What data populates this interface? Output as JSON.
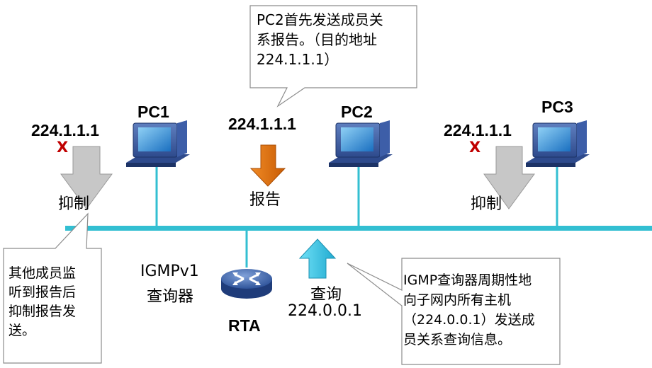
{
  "colors": {
    "bus": "#33bfd2",
    "arrow_gray": "#c7c7c7",
    "arrow_orange": "#e06f0f",
    "arrow_cyan": "#47d0ec",
    "red_x": "#c00000",
    "callout_border": "#8c8c8c"
  },
  "hosts": [
    {
      "name": "PC1",
      "group": "224.1.1.1",
      "action": "抑制",
      "suppressed_mark": "X"
    },
    {
      "name": "PC2",
      "group": "224.1.1.1",
      "action": "报告"
    },
    {
      "name": "PC3",
      "group": "224.1.1.1",
      "action": "抑制",
      "suppressed_mark": "X"
    }
  ],
  "router": {
    "name": "RTA",
    "role_line1": "IGMPv1",
    "role_line2": "查询器",
    "icon": "router-icon",
    "query_label": "查询",
    "query_address": "224.0.0.1"
  },
  "callouts": {
    "pc2_report": "PC2首先发送成员关\n系报告。（目的地址\n224.1.1.1）",
    "others_suppress": "其他成员监\n听到报告后\n抑制报告发\n送。",
    "querier_info": "IGMP查询器周期性地\n向子网内所有主机\n（224.0.0.1）发送成\n员关系查询信息。"
  }
}
